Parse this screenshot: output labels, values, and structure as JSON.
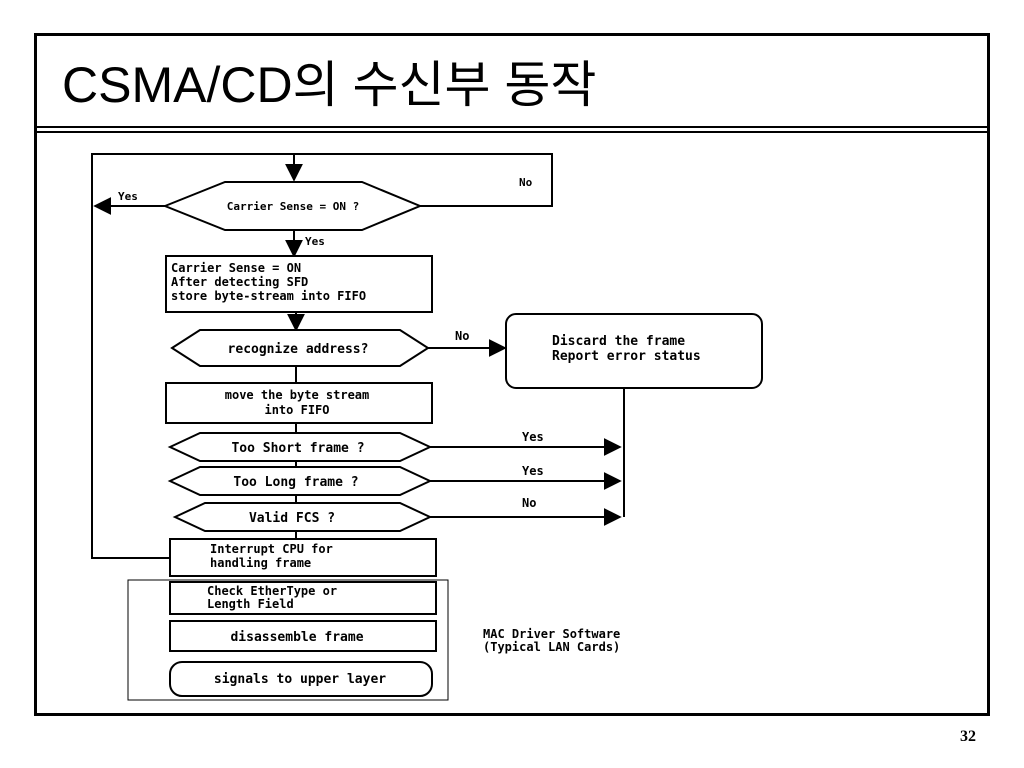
{
  "slide": {
    "title": "CSMA/CD의 수신부 동작",
    "page_number": "32"
  },
  "flow": {
    "carrier_decision": "Carrier Sense = ON ?",
    "carrier_yes_left": "Yes",
    "carrier_no": "No",
    "carrier_yes_down": "Yes",
    "store_box": [
      "Carrier Sense = ON",
      "After detecting SFD",
      "store byte-stream into FIFO"
    ],
    "recognize_decision": "recognize address?",
    "recognize_no": "No",
    "discard_box": [
      "Discard the frame",
      "Report error status"
    ],
    "move_box": [
      "move the byte stream",
      "into FIFO"
    ],
    "short_decision": "Too Short frame ?",
    "short_yes": "Yes",
    "long_decision": "Too Long frame ?",
    "long_yes": "Yes",
    "fcs_decision": "Valid FCS ?",
    "fcs_no": "No",
    "interrupt_box": [
      "Interrupt CPU for",
      "handling frame"
    ],
    "check_box": [
      "Check EtherType or",
      "Length Field"
    ],
    "disassemble_box": "disassemble frame",
    "signals_box": "signals to upper layer",
    "driver_label": [
      "MAC Driver Software",
      "(Typical LAN Cards)"
    ]
  }
}
